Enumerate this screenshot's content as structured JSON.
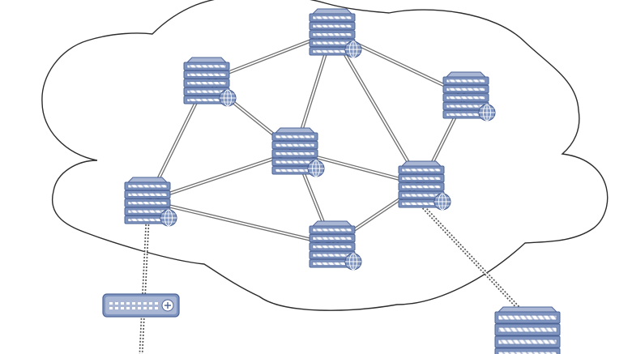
{
  "diagram": {
    "type": "network-topology",
    "colors": {
      "background": "#ffffff",
      "cloud_stroke": "#2b2b2b",
      "server_fill": "#7f95c0",
      "server_stroke": "#4d6396",
      "server_slot": "#ffffff",
      "globe_fill": "#7f95c0",
      "link_outer": "#6f6f6f",
      "link_inner": "#ffffff",
      "uplink_dash": "#555555"
    },
    "nodes": [
      {
        "id": "server-top",
        "icon": "server-globe-icon"
      },
      {
        "id": "server-upper-left",
        "icon": "server-globe-icon"
      },
      {
        "id": "server-right",
        "icon": "server-globe-icon"
      },
      {
        "id": "server-center",
        "icon": "server-globe-icon"
      },
      {
        "id": "server-left",
        "icon": "server-globe-icon"
      },
      {
        "id": "server-center-right",
        "icon": "server-globe-icon"
      },
      {
        "id": "server-bottom",
        "icon": "server-globe-icon"
      },
      {
        "id": "router-outside",
        "icon": "router-icon"
      },
      {
        "id": "server-outside",
        "icon": "server-icon"
      }
    ],
    "links": [
      {
        "from": "server-top",
        "to": "server-upper-left",
        "style": "solid-double"
      },
      {
        "from": "server-top",
        "to": "server-right",
        "style": "solid-double"
      },
      {
        "from": "server-top",
        "to": "server-center",
        "style": "solid-double"
      },
      {
        "from": "server-top",
        "to": "server-center-right",
        "style": "solid-double"
      },
      {
        "from": "server-upper-left",
        "to": "server-center",
        "style": "solid-double"
      },
      {
        "from": "server-upper-left",
        "to": "server-left",
        "style": "solid-double"
      },
      {
        "from": "server-right",
        "to": "server-center-right",
        "style": "solid-double"
      },
      {
        "from": "server-center",
        "to": "server-left",
        "style": "solid-double"
      },
      {
        "from": "server-center",
        "to": "server-center-right",
        "style": "solid-double"
      },
      {
        "from": "server-center",
        "to": "server-bottom",
        "style": "solid-double"
      },
      {
        "from": "server-left",
        "to": "server-bottom",
        "style": "solid-double"
      },
      {
        "from": "server-center-right",
        "to": "server-bottom",
        "style": "solid-double"
      },
      {
        "from": "server-left",
        "to": "router-outside",
        "style": "dotted-double"
      },
      {
        "from": "server-center-right",
        "to": "server-outside",
        "style": "dotted-double"
      }
    ]
  }
}
